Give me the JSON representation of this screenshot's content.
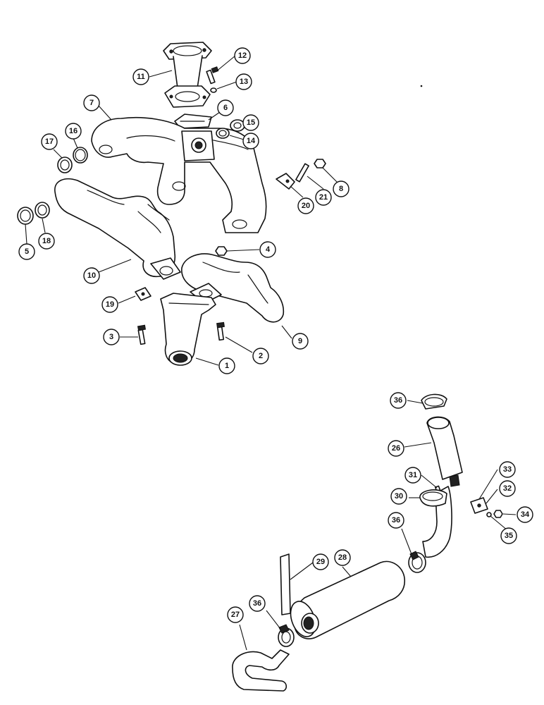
{
  "callouts": [
    {
      "id": "c11",
      "label": "11"
    },
    {
      "id": "c12",
      "label": "12"
    },
    {
      "id": "c13",
      "label": "13"
    },
    {
      "id": "c7",
      "label": "7"
    },
    {
      "id": "c6",
      "label": "6"
    },
    {
      "id": "c15",
      "label": "15"
    },
    {
      "id": "c14",
      "label": "14"
    },
    {
      "id": "c17",
      "label": "17"
    },
    {
      "id": "c16",
      "label": "16"
    },
    {
      "id": "c20",
      "label": "20"
    },
    {
      "id": "c21",
      "label": "21"
    },
    {
      "id": "c8",
      "label": "8"
    },
    {
      "id": "c5",
      "label": "5"
    },
    {
      "id": "c18",
      "label": "18"
    },
    {
      "id": "c4",
      "label": "4"
    },
    {
      "id": "c10",
      "label": "10"
    },
    {
      "id": "c19",
      "label": "19"
    },
    {
      "id": "c9",
      "label": "9"
    },
    {
      "id": "c3",
      "label": "3"
    },
    {
      "id": "c2",
      "label": "2"
    },
    {
      "id": "c1",
      "label": "1"
    },
    {
      "id": "c36a",
      "label": "36"
    },
    {
      "id": "c26",
      "label": "26"
    },
    {
      "id": "c33",
      "label": "33"
    },
    {
      "id": "c31",
      "label": "31"
    },
    {
      "id": "c32",
      "label": "32"
    },
    {
      "id": "c30",
      "label": "30"
    },
    {
      "id": "c34",
      "label": "34"
    },
    {
      "id": "c36b",
      "label": "36"
    },
    {
      "id": "c35",
      "label": "35"
    },
    {
      "id": "c29",
      "label": "29"
    },
    {
      "id": "c28",
      "label": "28"
    },
    {
      "id": "c27",
      "label": "27"
    },
    {
      "id": "c36c",
      "label": "36"
    }
  ]
}
